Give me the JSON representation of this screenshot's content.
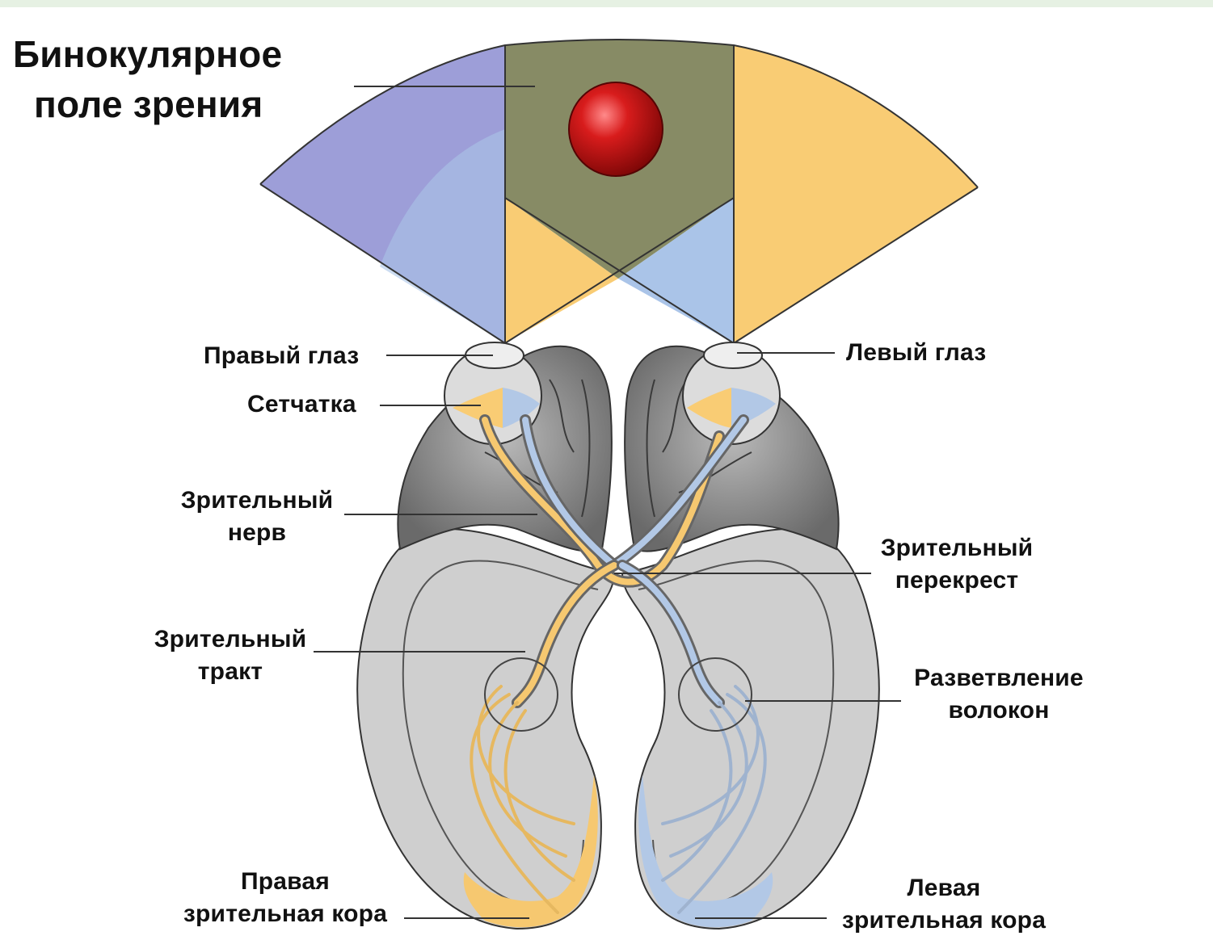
{
  "title": {
    "line1": "Бинокулярное",
    "line2": "поле зрения"
  },
  "labels": {
    "right_eye": "Правый глаз",
    "left_eye": "Левый глаз",
    "retina": "Сетчатка",
    "optic_nerve": {
      "line1": "Зрительный",
      "line2": "нерв"
    },
    "chiasm": {
      "line1": "Зрительный",
      "line2": "перекрест"
    },
    "optic_tract": {
      "line1": "Зрительный",
      "line2": "тракт"
    },
    "fiber_branching": {
      "line1": "Разветвление",
      "line2": "волокон"
    },
    "right_cortex": {
      "line1": "Правая",
      "line2": "зрительная кора"
    },
    "left_cortex": {
      "line1": "Левая",
      "line2": "зрительная кора"
    }
  },
  "colors": {
    "left_field": "#9d9ed8",
    "left_field_inner": "#aac4e8",
    "binocular_field": "#878b65",
    "right_field": "#f9cc74",
    "object": "#c81414",
    "right_pathway": "#f6c870",
    "left_pathway": "#b2c8e6",
    "brain": "#cfcfcf",
    "frontal_lobe": "#7a7a7a",
    "top_strip": "#e6f1e3"
  },
  "icons": {
    "object": "red-ball"
  }
}
